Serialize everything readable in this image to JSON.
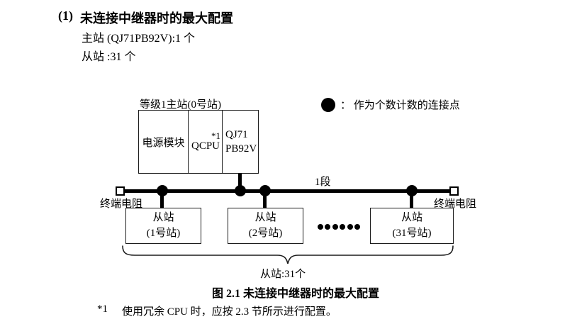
{
  "heading": {
    "number": "(1)",
    "title": "未连接中继器时的最大配置"
  },
  "intro": {
    "master_line": "主站 (QJ71PB92V):1 个",
    "slave_line": "从站 :31 个"
  },
  "diagram": {
    "master": {
      "label": "等级1主站(0号站)",
      "power": "电源模块",
      "cpu": "QCPU",
      "cpu_note": "*1",
      "pb_line1": "QJ71",
      "pb_line2": "PB92V"
    },
    "legend": "：  作为个数计数的连接点",
    "segment": "1段",
    "term_left": "终端电阻",
    "term_right": "终端电阻",
    "slaves": [
      {
        "line1": "从站",
        "line2": "(1号站)"
      },
      {
        "line1": "从站",
        "line2": "(2号站)"
      },
      {
        "line1": "从站",
        "line2": "(31号站)"
      }
    ],
    "brace_label": "从站:31个"
  },
  "caption": "图 2.1 未连接中继器时的最大配置",
  "footnote": {
    "marker": "*1",
    "text": "使用冗余 CPU 时，应按 2.3 节所示进行配置。"
  },
  "colors": {
    "ink": "#000000",
    "border": "#1c1c1c"
  }
}
